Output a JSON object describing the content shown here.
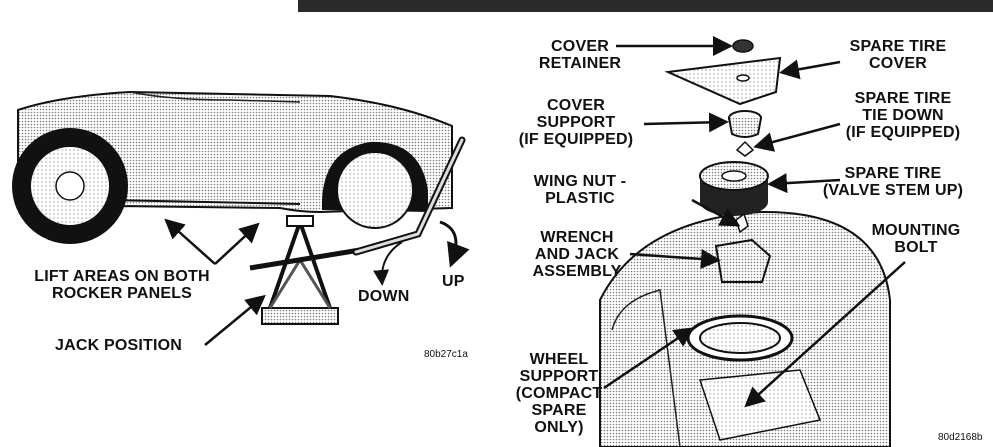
{
  "left_figure": {
    "labels": {
      "lift_areas_l1": "LIFT AREAS ON BOTH",
      "lift_areas_l2": "ROCKER PANELS",
      "jack_position": "JACK POSITION",
      "down": "DOWN",
      "up": "UP"
    },
    "figure_code": "80b27c1a"
  },
  "right_figure": {
    "labels": {
      "cover_retainer_l1": "COVER",
      "cover_retainer_l2": "RETAINER",
      "cover_support_l1": "COVER",
      "cover_support_l2": "SUPPORT",
      "cover_support_l3": "(IF EQUIPPED)",
      "wing_nut_l1": "WING NUT -",
      "wing_nut_l2": "PLASTIC",
      "wrench_jack_l1": "WRENCH",
      "wrench_jack_l2": "AND JACK",
      "wrench_jack_l3": "ASSEMBLY",
      "wheel_support_l1": "WHEEL",
      "wheel_support_l2": "SUPPORT",
      "wheel_support_l3": "(COMPACT",
      "wheel_support_l4": "SPARE",
      "wheel_support_l5": "ONLY)",
      "spare_cover_l1": "SPARE TIRE",
      "spare_cover_l2": "COVER",
      "tie_down_l1": "SPARE TIRE",
      "tie_down_l2": "TIE DOWN",
      "tie_down_l3": "(IF EQUIPPED)",
      "spare_tire_l1": "SPARE TIRE",
      "spare_tire_l2": "(VALVE STEM UP)",
      "mounting_bolt_l1": "MOUNTING",
      "mounting_bolt_l2": "BOLT"
    },
    "figure_code": "80d2168b"
  }
}
